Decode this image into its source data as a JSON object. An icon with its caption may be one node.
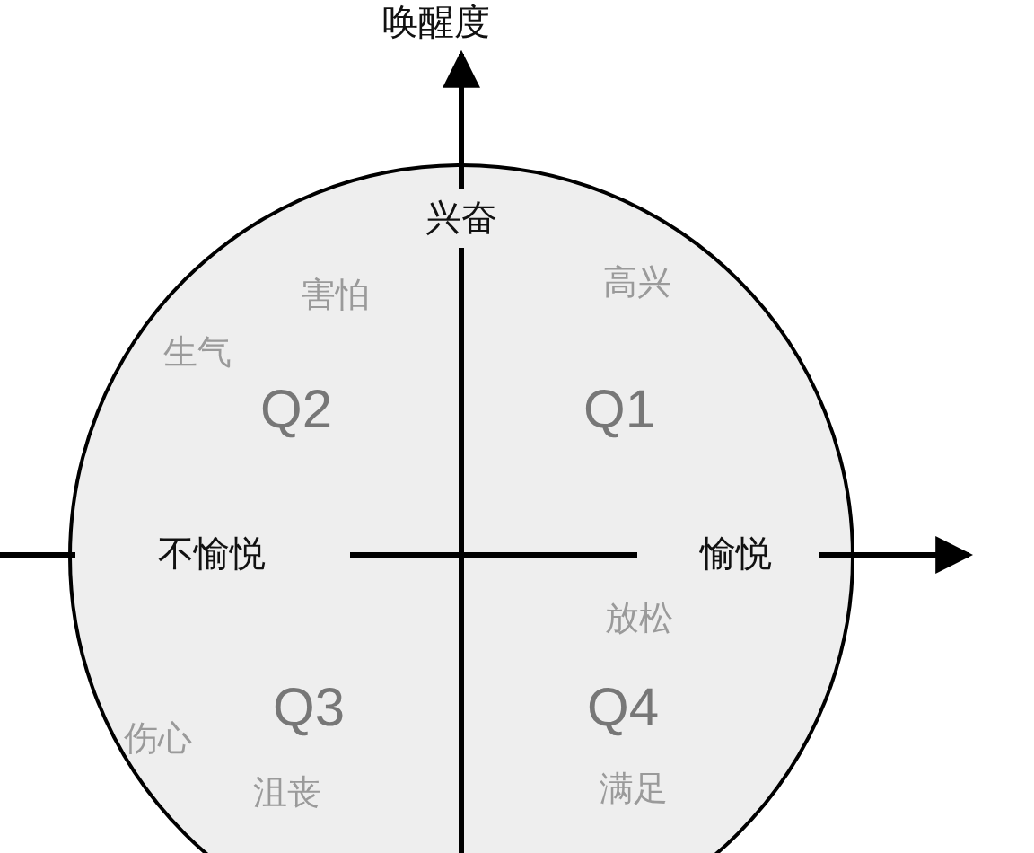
{
  "diagram": {
    "labels": [
      "唤醒度",
      "兴奋",
      "害怕",
      "高兴",
      "生气",
      "Q2",
      "Q1",
      "不愉悦",
      "愉悦",
      "放松",
      "Q3",
      "Q4",
      "伤心",
      "沮丧",
      "满足"
    ]
  }
}
